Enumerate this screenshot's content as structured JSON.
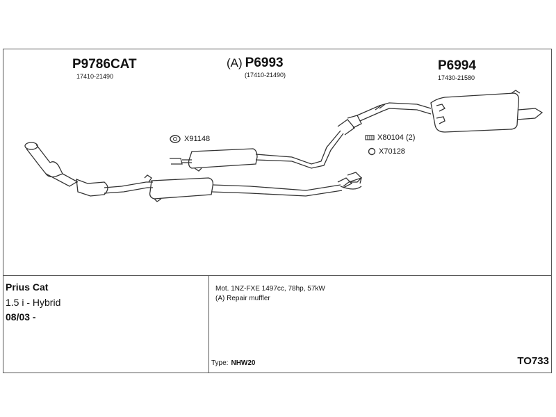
{
  "parts": [
    {
      "prefix": "",
      "number": "P9786CAT",
      "oem": "17410-21490"
    },
    {
      "prefix": "(A)",
      "number": "P6993",
      "oem": "(17410-21490)"
    },
    {
      "prefix": "",
      "number": "P6994",
      "oem": "17430-21580"
    }
  ],
  "accessories": [
    {
      "code": "X91148"
    },
    {
      "code": "X80104 (2)"
    },
    {
      "code": "X70128"
    }
  ],
  "vehicle": {
    "model": "Prius Cat",
    "engine": "1.5 i - Hybrid",
    "date": "08/03 -"
  },
  "notes": {
    "engine_spec": "Mot. 1NZ-FXE 1497cc, 78hp, 57kW",
    "repair": "(A) Repair muffler",
    "type_label": "Type:",
    "type_value": "NHW20",
    "catalog_code": "TO733"
  }
}
